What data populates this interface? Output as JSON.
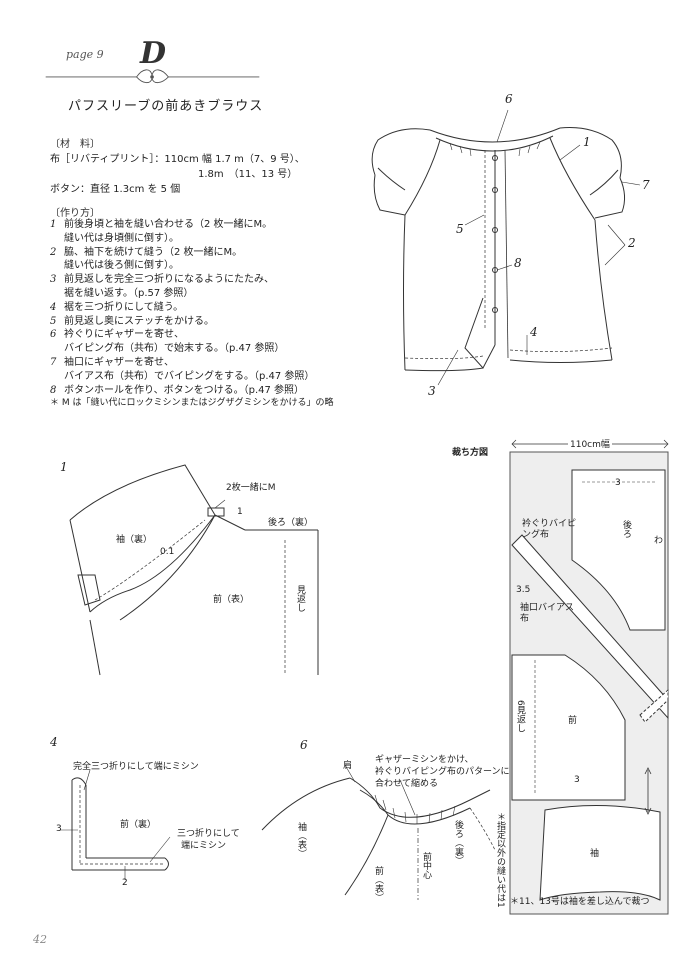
{
  "header": {
    "page_tag": "page 9",
    "letter": "D",
    "title": "パフスリーブの前あきブラウス"
  },
  "materials": {
    "heading": "〔材　料〕",
    "fabric_line1": "布［リバティプリント］：110cm 幅 1.7 m（7、9 号）、",
    "fabric_line2": "1.8m　（11、13 号）",
    "buttons": "ボタン：直径 1.3cm を 5 個"
  },
  "steps": {
    "heading": "〔作り方〕",
    "items": [
      {
        "num": "1",
        "text": "前後身頃と袖を縫い合わせる（2 枚一緒にM。",
        "sub": "縫い代は身頃側に倒す）。"
      },
      {
        "num": "2",
        "text": "脇、袖下を続けて縫う（2 枚一緒にM。",
        "sub": "縫い代は後ろ側に倒す）。"
      },
      {
        "num": "3",
        "text": "前見返しを完全三つ折りになるようにたたみ、",
        "sub": "裾を縫い返す。（p.57 参照）"
      },
      {
        "num": "4",
        "text": "裾を三つ折りにして縫う。",
        "sub": ""
      },
      {
        "num": "5",
        "text": "前見返し奥にステッチをかける。",
        "sub": ""
      },
      {
        "num": "6",
        "text": "衿ぐりにギャザーを寄せ、",
        "sub": "バイピング布（共布）で始末する。（p.47 参照）"
      },
      {
        "num": "7",
        "text": "袖口にギャザーを寄せ、",
        "sub": "バイアス布（共布）でバイピングをする。（p.47 参照）"
      },
      {
        "num": "8",
        "text": "ボタンホールを作り、ボタンをつける。（p.47 参照）",
        "sub": ""
      }
    ],
    "note": "＊ M は「縫い代にロックミシンまたはジグザグミシンをかける」の略"
  },
  "blouse_callouts": [
    "6",
    "1",
    "7",
    "5",
    "8",
    "2",
    "4",
    "3"
  ],
  "fig1": {
    "num": "1",
    "sleeve": "袖（裏）",
    "allowance": "0.1",
    "two_layers": "2枚一緒にM",
    "one": "1",
    "back": "後ろ（裏）",
    "front": "前（表）",
    "facing": "見返し"
  },
  "layout": {
    "title": "裁ち方図",
    "width": "110cm幅",
    "back": "後ろ",
    "wa": "わ",
    "three_top": "3",
    "neck_binding": "衿ぐりバイピング布",
    "three_five": "3.5",
    "cuff_bias": "袖口バイアス布",
    "front": "前",
    "facing_side": "6見返し",
    "three_bottom": "3",
    "sleeve": "袖",
    "note_size": "＊11、13号は袖を差し込んで裁つ",
    "note_allowance": "＊指定以外の縫い代は1"
  },
  "fig4": {
    "num": "4",
    "top_label": "完全三つ折りにして端にミシン",
    "three": "3",
    "front": "前（裏）",
    "side_label1": "三つ折りにして",
    "side_label2": "端にミシン",
    "two": "2"
  },
  "fig6": {
    "num": "6",
    "label1": "ギャザーミシンをかけ、",
    "label2": "衿ぐりバイピング布のパターンに",
    "label3": "合わせて縮める",
    "shoulder": "肩",
    "sleeve": "袖（表）",
    "front_center": "前中心",
    "back": "後ろ（裏）",
    "front": "前（表）"
  },
  "footer": {
    "page_number": "42"
  }
}
